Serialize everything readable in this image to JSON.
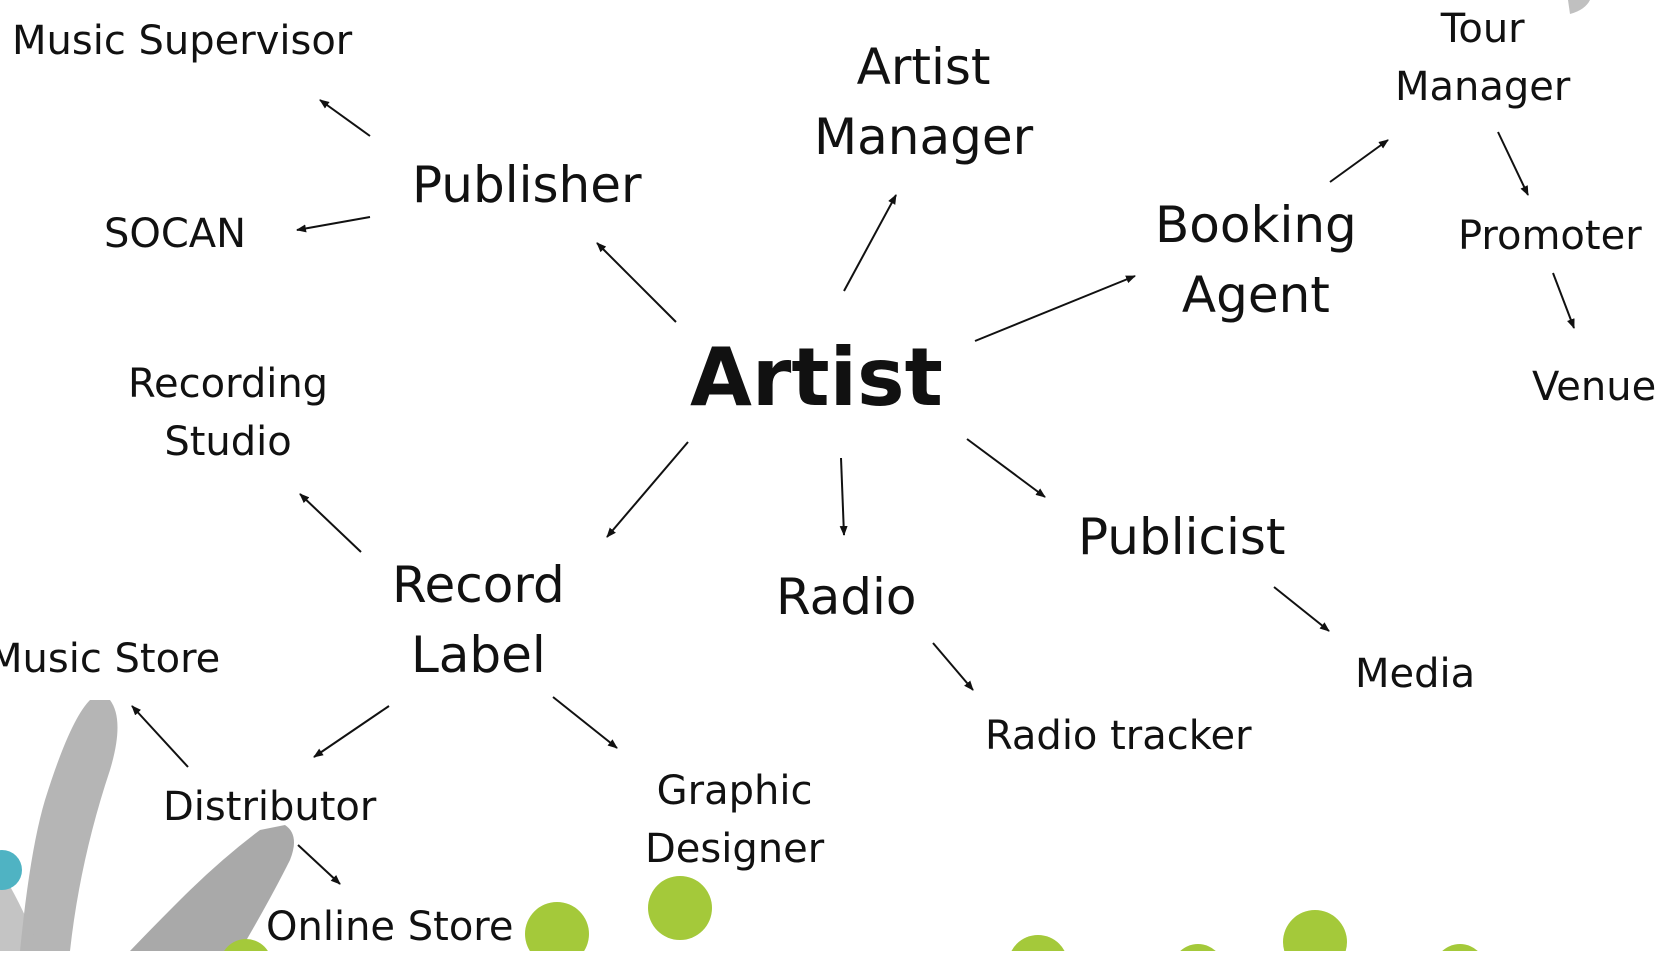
{
  "center": {
    "label": "Artist"
  },
  "nodes": {
    "music_supervisor": [
      "Music Supervisor"
    ],
    "socan": [
      "SOCAN"
    ],
    "publisher": [
      "Publisher"
    ],
    "artist_manager": [
      "Artist",
      "Manager"
    ],
    "tour_manager": [
      "Tour",
      "Manager"
    ],
    "booking_agent": [
      "Booking",
      "Agent"
    ],
    "promoter": [
      "Promoter"
    ],
    "venue": [
      "Venue"
    ],
    "recording_studio": [
      "Recording",
      "Studio"
    ],
    "record_label": [
      "Record",
      "Label"
    ],
    "radio": [
      "Radio"
    ],
    "publicist": [
      "Publicist"
    ],
    "music_store": [
      "Music Store"
    ],
    "media": [
      "Media"
    ],
    "radio_tracker": [
      "Radio tracker"
    ],
    "distributor": [
      "Distributor"
    ],
    "graphic_designer": [
      "Graphic",
      "Designer"
    ],
    "online_store": [
      "Online Store"
    ]
  },
  "colors": {
    "text": "#111111",
    "arrow": "#111111",
    "dot_green": "#a4c93a",
    "dot_teal": "#4fb3c3",
    "brush_gray": "#9a9a9a"
  }
}
